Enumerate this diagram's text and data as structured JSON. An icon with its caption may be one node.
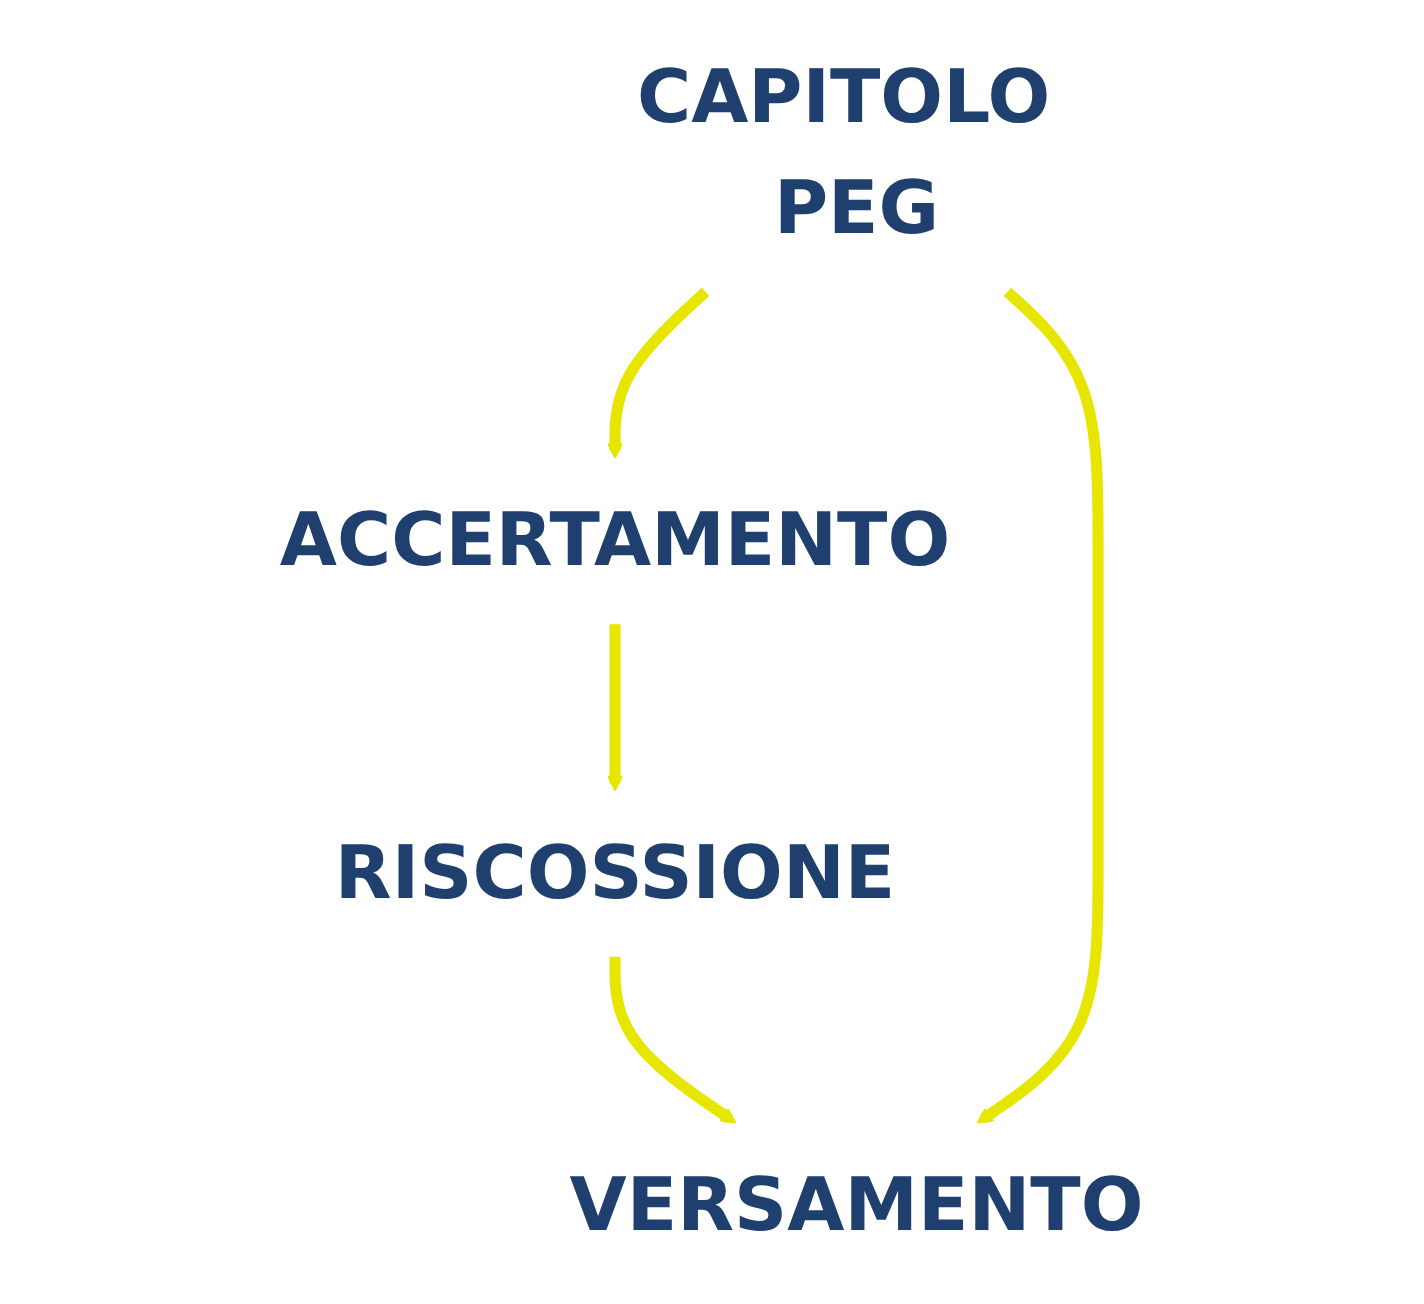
{
  "diagram": {
    "nodes": [
      {
        "text": [
          "CAPITOLO PEG"
        ]
      },
      {
        "text": [
          "ACCERTAMENTO"
        ]
      },
      {
        "text": [
          "RISCOSSIONE"
        ]
      },
      {
        "text": [
          "VERSAMENTO"
        ]
      }
    ],
    "edges": [
      {
        "from": 0,
        "to": 1,
        "arrow": "to"
      },
      {
        "from": 1,
        "to": 2,
        "arrow": "to"
      },
      {
        "from": 2,
        "to": 3,
        "arrow": "to"
      },
      {
        "from": 0,
        "to": 3,
        "arrow": "to"
      }
    ]
  }
}
